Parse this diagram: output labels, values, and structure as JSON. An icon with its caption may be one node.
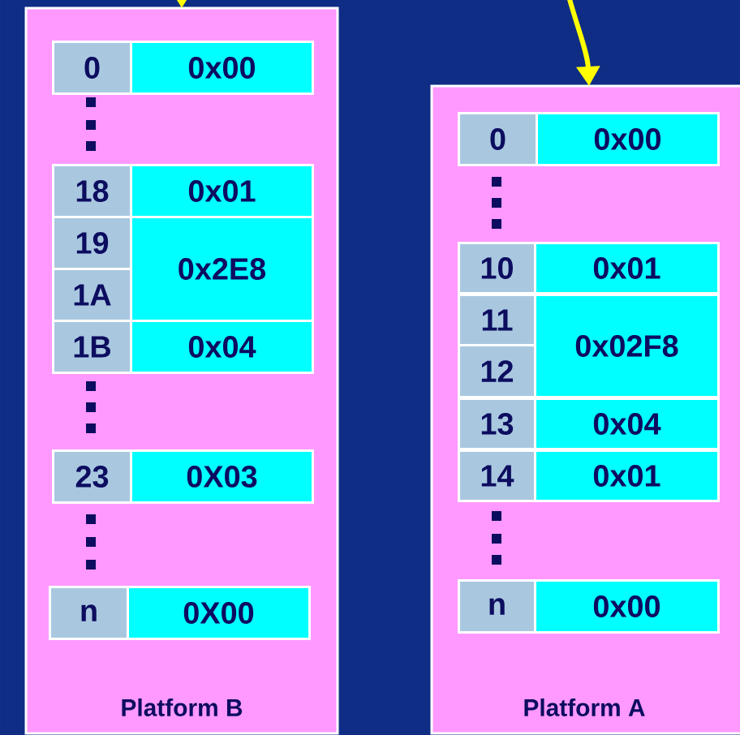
{
  "diagram": {
    "nodes": [
      {
        "text": [
          "Platform B"
        ]
      },
      {
        "text": [
          "0"
        ],
        "in": 0
      },
      {
        "text": [
          "0x00"
        ],
        "in": 0
      },
      {
        "text": [
          "18"
        ],
        "in": 0
      },
      {
        "text": [
          "0x01"
        ],
        "in": 0
      },
      {
        "text": [
          "19"
        ],
        "in": 0
      },
      {
        "text": [
          "0x2E8"
        ],
        "in": 0
      },
      {
        "text": [
          "1A"
        ],
        "in": 0
      },
      {
        "text": [
          "1B"
        ],
        "in": 0
      },
      {
        "text": [
          "0x04"
        ],
        "in": 0
      },
      {
        "text": [
          "23"
        ],
        "in": 0
      },
      {
        "text": [
          "0X03"
        ],
        "in": 0
      },
      {
        "text": [
          "n"
        ],
        "in": 0
      },
      {
        "text": [
          "0X00"
        ],
        "in": 0
      },
      {
        "text": [
          "Platform A"
        ]
      },
      {
        "text": [
          "0"
        ],
        "in": 14
      },
      {
        "text": [
          "0x00"
        ],
        "in": 14
      },
      {
        "text": [
          "10"
        ],
        "in": 14
      },
      {
        "text": [
          "0x01"
        ],
        "in": 14
      },
      {
        "text": [
          "11"
        ],
        "in": 14
      },
      {
        "text": [
          "0x02F8"
        ],
        "in": 14
      },
      {
        "text": [
          "12"
        ],
        "in": 14
      },
      {
        "text": [
          "13"
        ],
        "in": 14
      },
      {
        "text": [
          "0x04"
        ],
        "in": 14
      },
      {
        "text": [
          "14"
        ],
        "in": 14
      },
      {
        "text": [
          "0x01"
        ],
        "in": 14
      },
      {
        "text": [
          "n"
        ],
        "in": 14
      },
      {
        "text": [
          "0x00"
        ],
        "in": 14
      }
    ],
    "edges": [
      {
        "from": null,
        "to": 0,
        "arrow": "to"
      },
      {
        "from": null,
        "to": 14,
        "arrow": "to"
      }
    ]
  }
}
